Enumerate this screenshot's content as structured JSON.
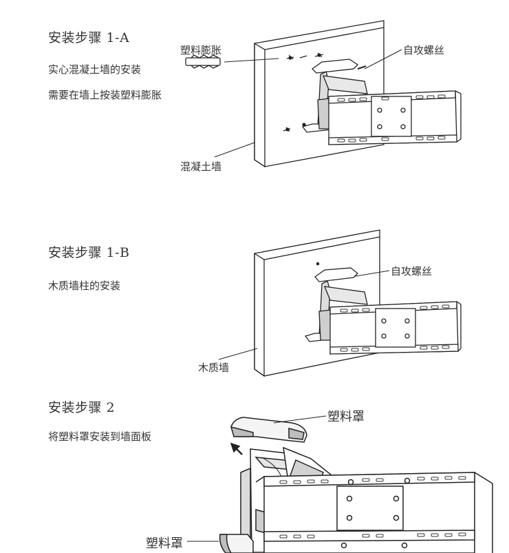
{
  "step1a": {
    "title": "安装步骤 1-A",
    "desc1": "实心混凝土墙的安装",
    "desc2": "需要在墙上按装塑料膨胀",
    "label_anchor": "塑料膨胀",
    "label_screw": "自攻螺丝",
    "label_wall": "混凝土墙"
  },
  "step1b": {
    "title": "安装步骤 1-B",
    "desc1": "木质墙柱的安装",
    "label_screw": "自攻螺丝",
    "label_wall": "木质墙"
  },
  "step2": {
    "title": "安装步骤 2",
    "desc1": "将塑料罩安装到墙面板",
    "label_cover_top": "塑料罩",
    "label_cover_bottom": "塑料罩"
  }
}
